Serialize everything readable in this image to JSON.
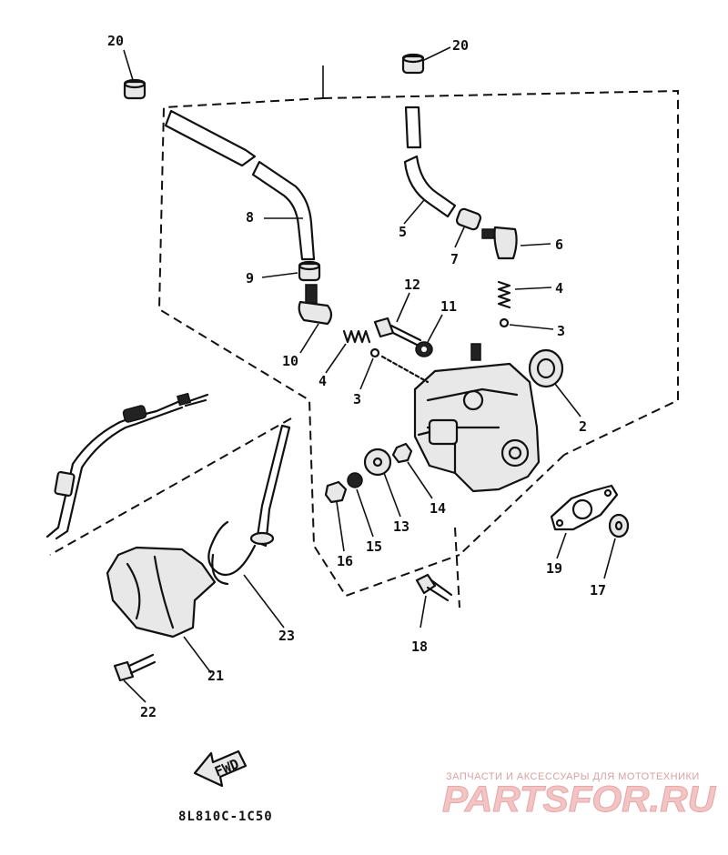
{
  "diagram": {
    "callouts": [
      {
        "id": "c20a",
        "label": "20"
      },
      {
        "id": "c20b",
        "label": "20"
      },
      {
        "id": "c8",
        "label": "8"
      },
      {
        "id": "c9",
        "label": "9"
      },
      {
        "id": "c10",
        "label": "10"
      },
      {
        "id": "c5",
        "label": "5"
      },
      {
        "id": "c7",
        "label": "7"
      },
      {
        "id": "c6",
        "label": "6"
      },
      {
        "id": "c4a",
        "label": "4"
      },
      {
        "id": "c3a",
        "label": "3"
      },
      {
        "id": "c12",
        "label": "12"
      },
      {
        "id": "c11",
        "label": "11"
      },
      {
        "id": "c4b",
        "label": "4"
      },
      {
        "id": "c3b",
        "label": "3"
      },
      {
        "id": "c2",
        "label": "2"
      },
      {
        "id": "c13",
        "label": "13"
      },
      {
        "id": "c14",
        "label": "14"
      },
      {
        "id": "c15",
        "label": "15"
      },
      {
        "id": "c16",
        "label": "16"
      },
      {
        "id": "c19",
        "label": "19"
      },
      {
        "id": "c17",
        "label": "17"
      },
      {
        "id": "c18",
        "label": "18"
      },
      {
        "id": "c21",
        "label": "21"
      },
      {
        "id": "c22",
        "label": "22"
      },
      {
        "id": "c23",
        "label": "23"
      }
    ],
    "fwd_label": "FWD",
    "figure_code": "8L810C-1C50"
  },
  "watermark": {
    "tagline": "ЗАПЧАСТИ И АКСЕССУАРЫ ДЛЯ МОТОТЕХНИКИ",
    "logo": "PARTSFOR.RU",
    "color": "#e7a7a7"
  }
}
